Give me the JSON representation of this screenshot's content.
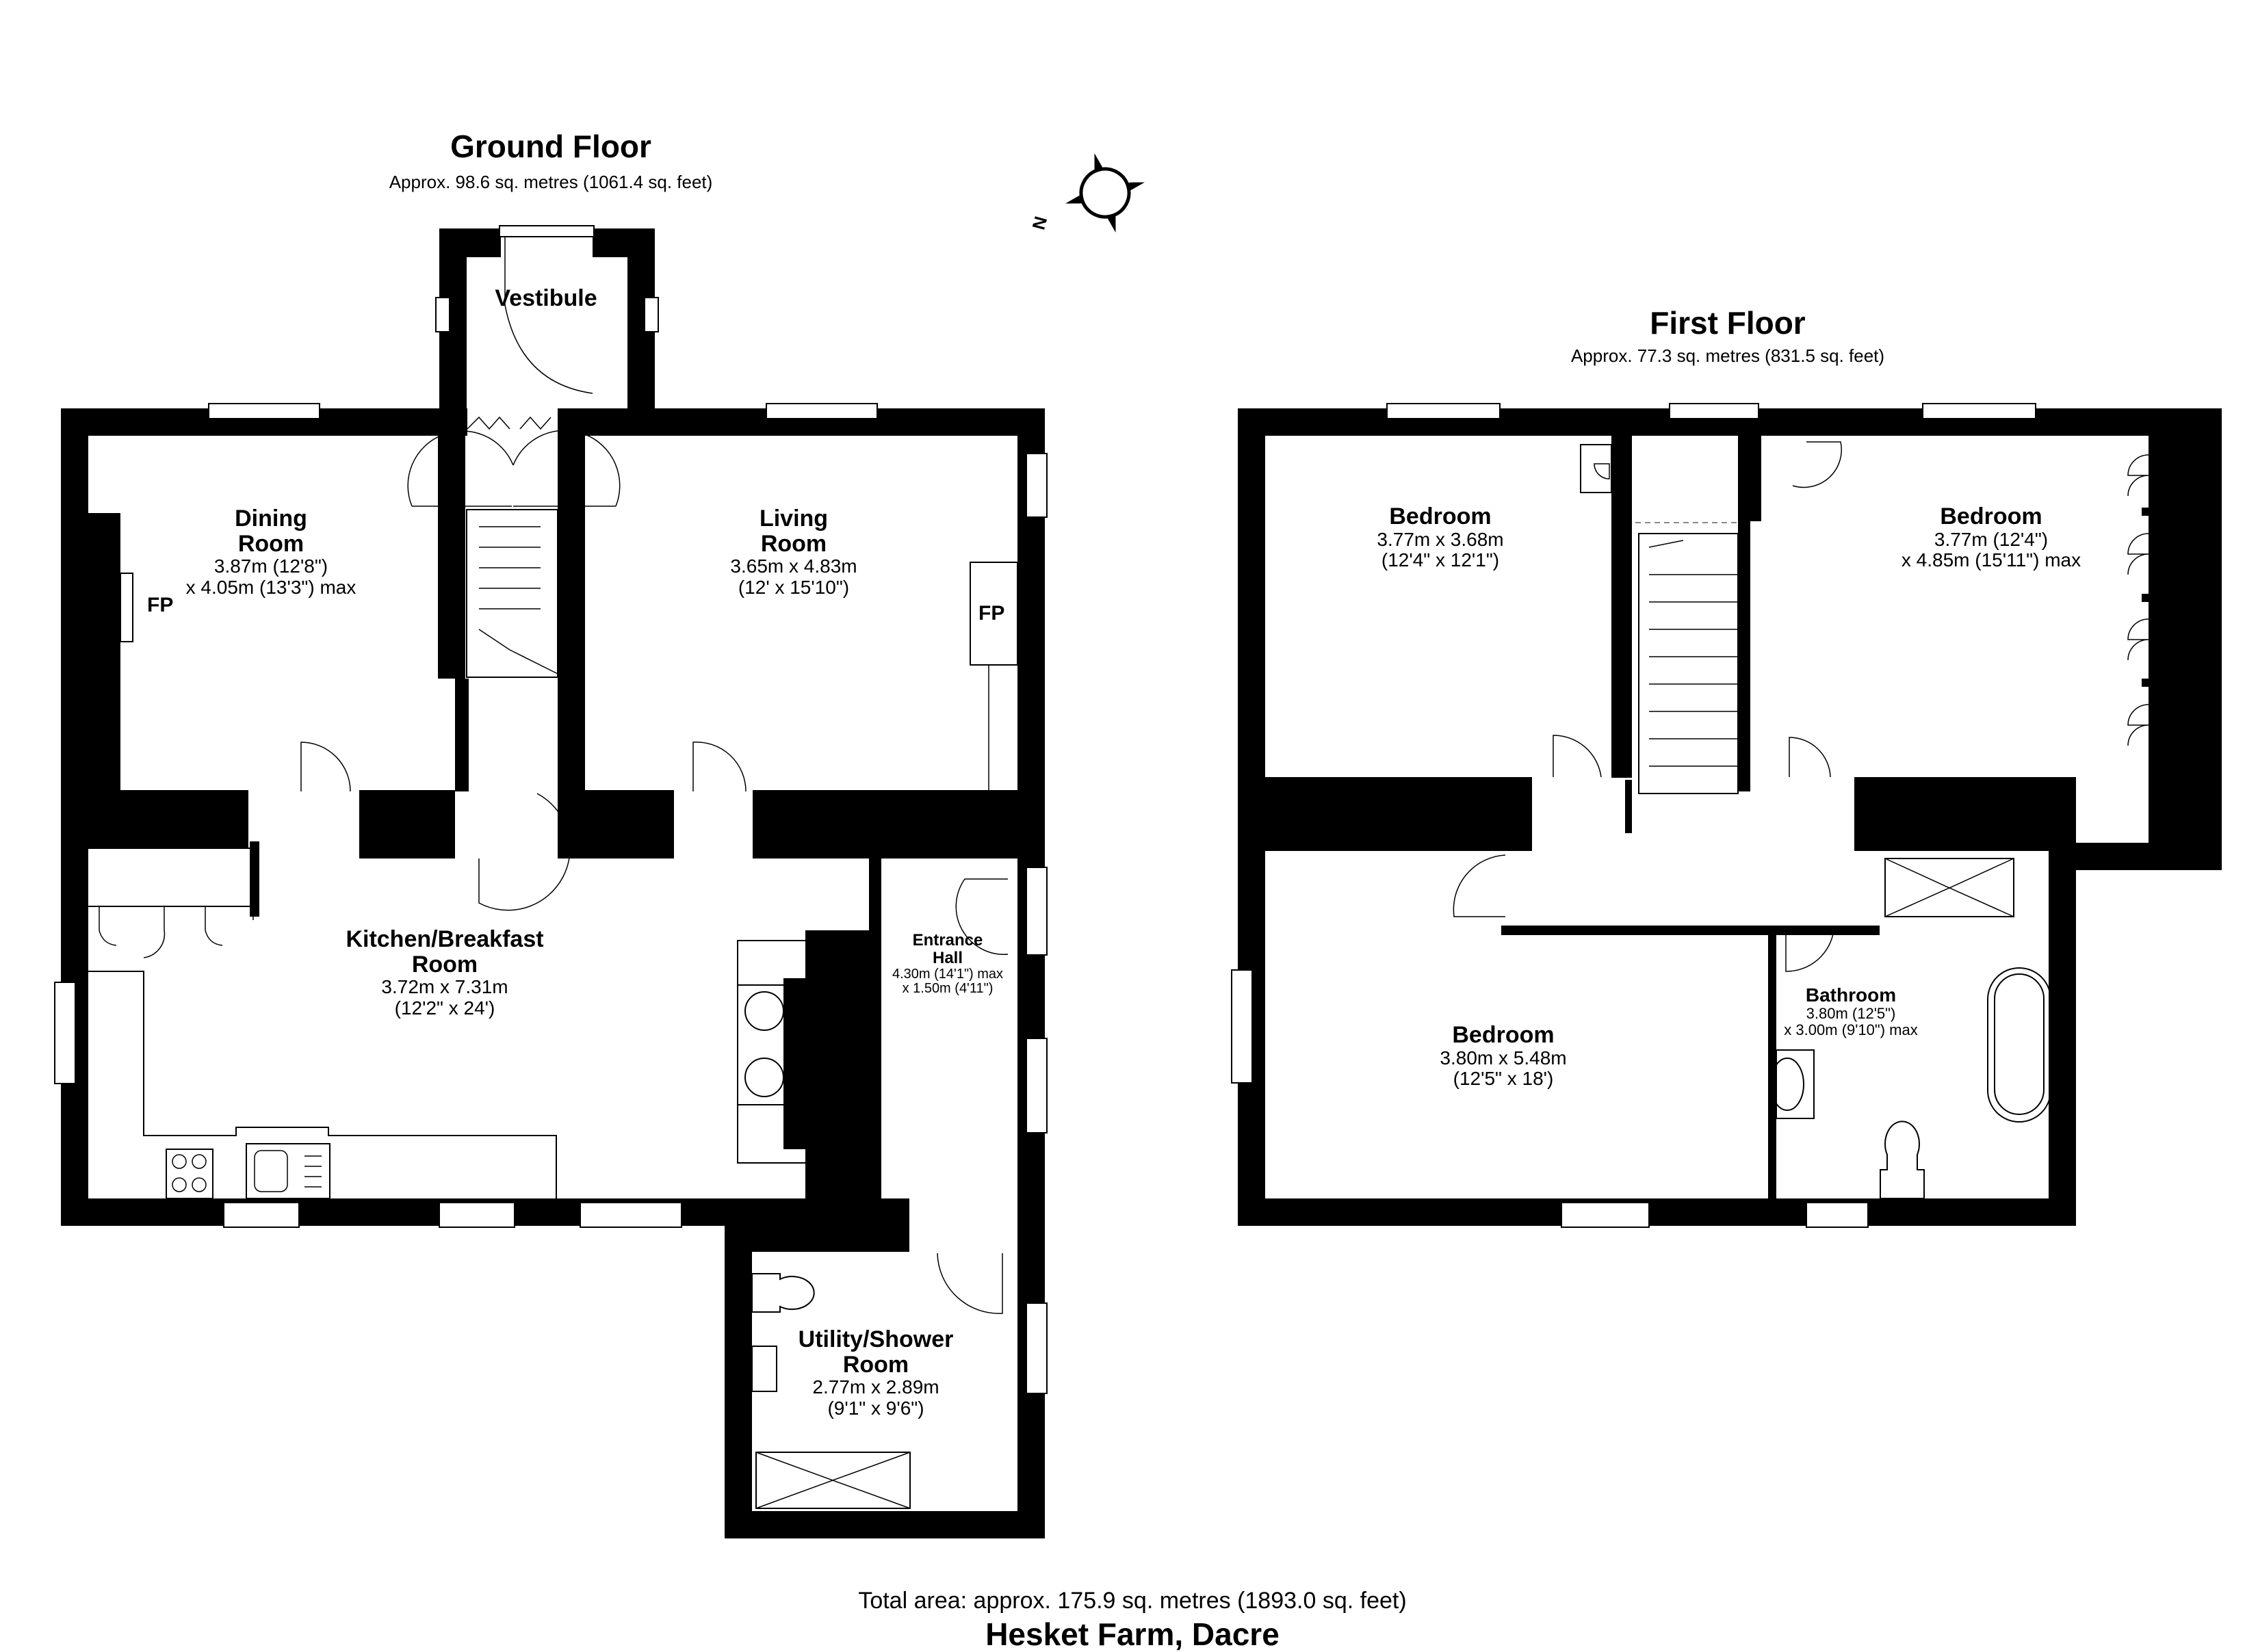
{
  "ground_floor": {
    "title": "Ground Floor",
    "area": "Approx. 98.6 sq. metres (1061.4 sq. feet)",
    "rooms": {
      "vestibule": {
        "name": "Vestibule"
      },
      "dining": {
        "name_line1": "Dining",
        "name_line2": "Room",
        "dim_line1": "3.87m (12'8\")",
        "dim_line2": "x 4.05m (13'3\") max",
        "fp": "FP"
      },
      "living": {
        "name_line1": "Living",
        "name_line2": "Room",
        "dim_line1": "3.65m x 4.83m",
        "dim_line2": "(12' x 15'10\")",
        "fp": "FP"
      },
      "kitchen": {
        "name_line1": "Kitchen/Breakfast",
        "name_line2": "Room",
        "dim_line1": "3.72m x 7.31m",
        "dim_line2": "(12'2\" x 24')"
      },
      "entrance_hall": {
        "name_line1": "Entrance",
        "name_line2": "Hall",
        "dim_line1": "4.30m (14'1\") max",
        "dim_line2": "x 1.50m (4'11\")"
      },
      "utility": {
        "name_line1": "Utility/Shower",
        "name_line2": "Room",
        "dim_line1": "2.77m x 2.89m",
        "dim_line2": "(9'1\" x 9'6\")"
      }
    }
  },
  "first_floor": {
    "title": "First Floor",
    "area": "Approx. 77.3 sq. metres (831.5 sq. feet)",
    "rooms": {
      "bedroom_1": {
        "name": "Bedroom",
        "dim_line1": "3.77m x 3.68m",
        "dim_line2": "(12'4\" x 12'1\")"
      },
      "bedroom_2": {
        "name": "Bedroom",
        "dim_line1": "3.77m (12'4\")",
        "dim_line2": "x 4.85m (15'11\") max"
      },
      "bedroom_3": {
        "name": "Bedroom",
        "dim_line1": "3.80m x 5.48m",
        "dim_line2": "(12'5\" x 18')"
      },
      "bathroom": {
        "name": "Bathroom",
        "dim_line1": "3.80m (12'5\")",
        "dim_line2": "x 3.00m (9'10\") max"
      }
    }
  },
  "compass": {
    "label": "N",
    "icon": "compass-north-icon"
  },
  "footer": {
    "total_area": "Total area: approx. 175.9 sq. metres (1893.0 sq. feet)",
    "property_name": "Hesket Farm, Dacre"
  },
  "colors": {
    "wall": "#000000",
    "background": "#ffffff"
  }
}
